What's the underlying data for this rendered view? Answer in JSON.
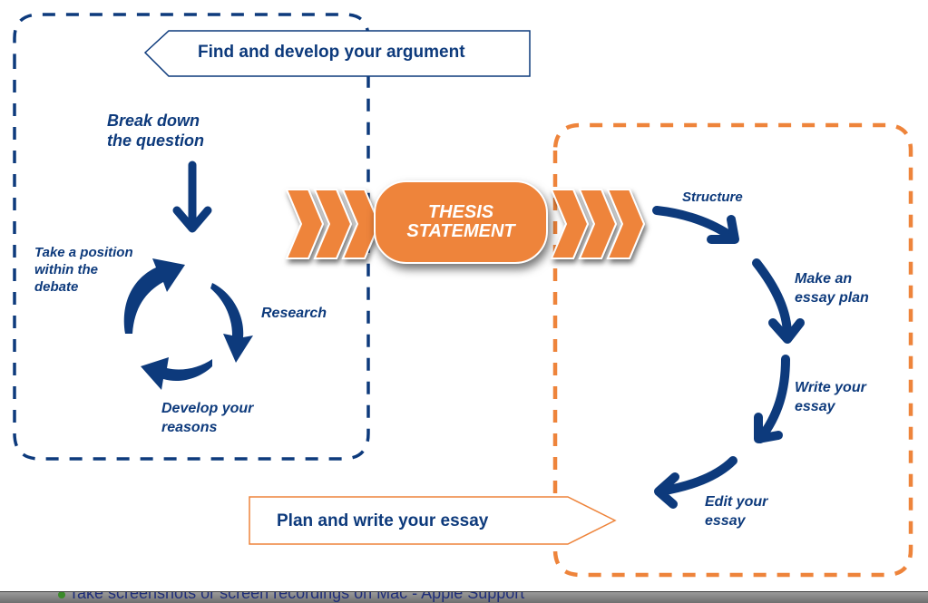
{
  "diagram": {
    "colors": {
      "navy": "#0d3a7c",
      "orange": "#ee843b",
      "white": "#ffffff"
    },
    "left_section": {
      "banner": "Find and develop your argument",
      "steps": {
        "break_down": [
          "Break down",
          "the question"
        ],
        "take_position": [
          "Take a position",
          "within the",
          "debate"
        ],
        "research": [
          "Research"
        ],
        "develop_reasons": [
          "Develop your",
          "reasons"
        ]
      }
    },
    "center": {
      "thesis": [
        "THESIS",
        "STATEMENT"
      ]
    },
    "right_section": {
      "banner": "Plan and write your essay",
      "steps": {
        "structure": [
          "Structure"
        ],
        "essay_plan": [
          "Make an",
          "essay plan"
        ],
        "write": [
          "Write your",
          "essay"
        ],
        "edit": [
          "Edit your",
          "essay"
        ]
      }
    }
  },
  "bottom_bar": {
    "tab_title": "Take screenshots or screen recordings on Mac - Apple Support",
    "status_icon": "green-dot-icon"
  }
}
